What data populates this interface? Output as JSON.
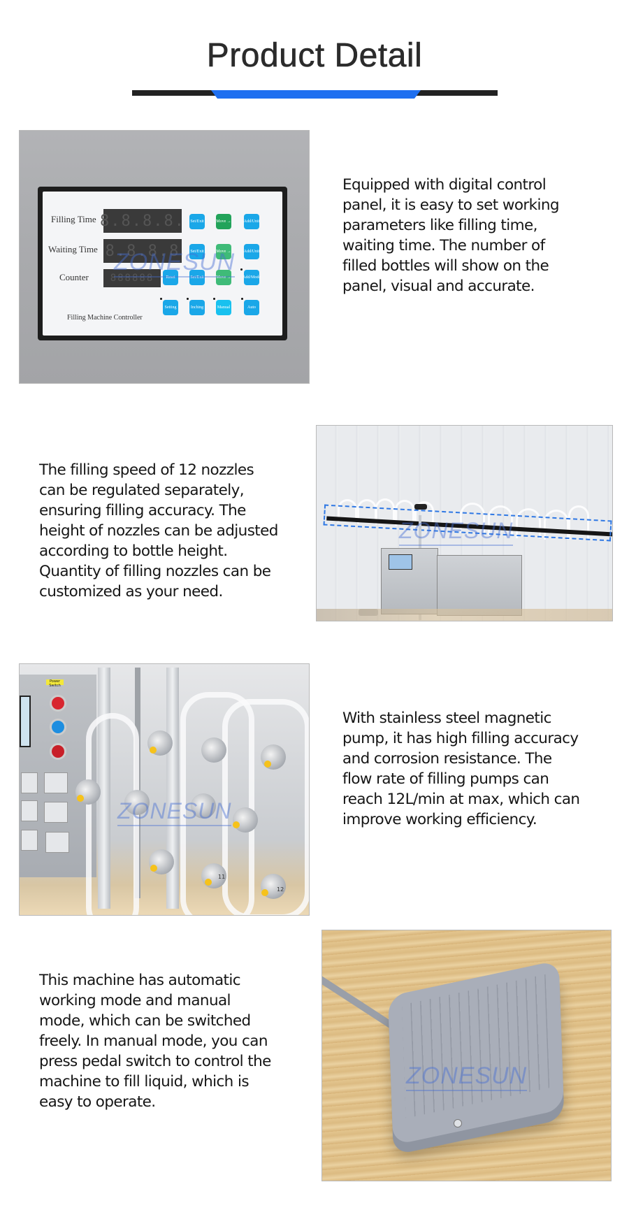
{
  "header": {
    "title": "Product Detail",
    "accent_color": "#1e6ff0",
    "rule_color": "#222222"
  },
  "sections": [
    {
      "id": "control-panel",
      "image": "digital control panel photo",
      "lines": [
        "Equipped with digital control",
        "panel, it is easy to set working",
        "parameters like filling time,",
        "waiting time. The number of",
        "filled bottles will show on the",
        "panel, visual and accurate."
      ]
    },
    {
      "id": "nozzles",
      "image": "12 filling nozzles photo",
      "lines": [
        "The filling speed of 12 nozzles",
        "can be regulated separately,",
        "ensuring filling accuracy. The",
        "height of nozzles can be adjusted",
        "according to bottle height.",
        "Quantity of filling nozzles can be",
        "customized as your need."
      ]
    },
    {
      "id": "pumps",
      "image": "stainless steel magnetic pumps photo",
      "lines": [
        "With stainless steel magnetic",
        "pump, it has high filling accuracy",
        "and corrosion resistance. The",
        "flow rate of filling pumps can",
        "reach 12L/min at max, which can",
        "improve working efficiency."
      ]
    },
    {
      "id": "pedal",
      "image": "pedal switch photo",
      "lines": [
        "This machine has automatic",
        "working mode and manual",
        "mode, which can be switched",
        "freely. In manual mode, you can",
        "press pedal switch to control the",
        "machine to fill liquid, which is",
        "easy to operate."
      ]
    }
  ],
  "controller": {
    "labels": {
      "filling_time": "Filling Time",
      "waiting_time": "Waiting Time",
      "counter": "Counter",
      "footer": "Filling Machine Controller"
    },
    "led_filling": "8.8.8.8.",
    "led_waiting": "8.8.8.8",
    "led_counter": "888888",
    "keys": {
      "set_exit": "Set/Exit",
      "move": "Move →",
      "add_unit": "Add/Unit",
      "add_mode": "Add/Mode",
      "reset": "Reset",
      "setting": "Setting",
      "inching": "Inching",
      "manual": "Manual",
      "auto": "Auto"
    }
  },
  "pump_photo": {
    "power_label": "Power Switch",
    "pump_numbers": [
      "11",
      "12"
    ]
  },
  "watermark": "ZONESUN"
}
